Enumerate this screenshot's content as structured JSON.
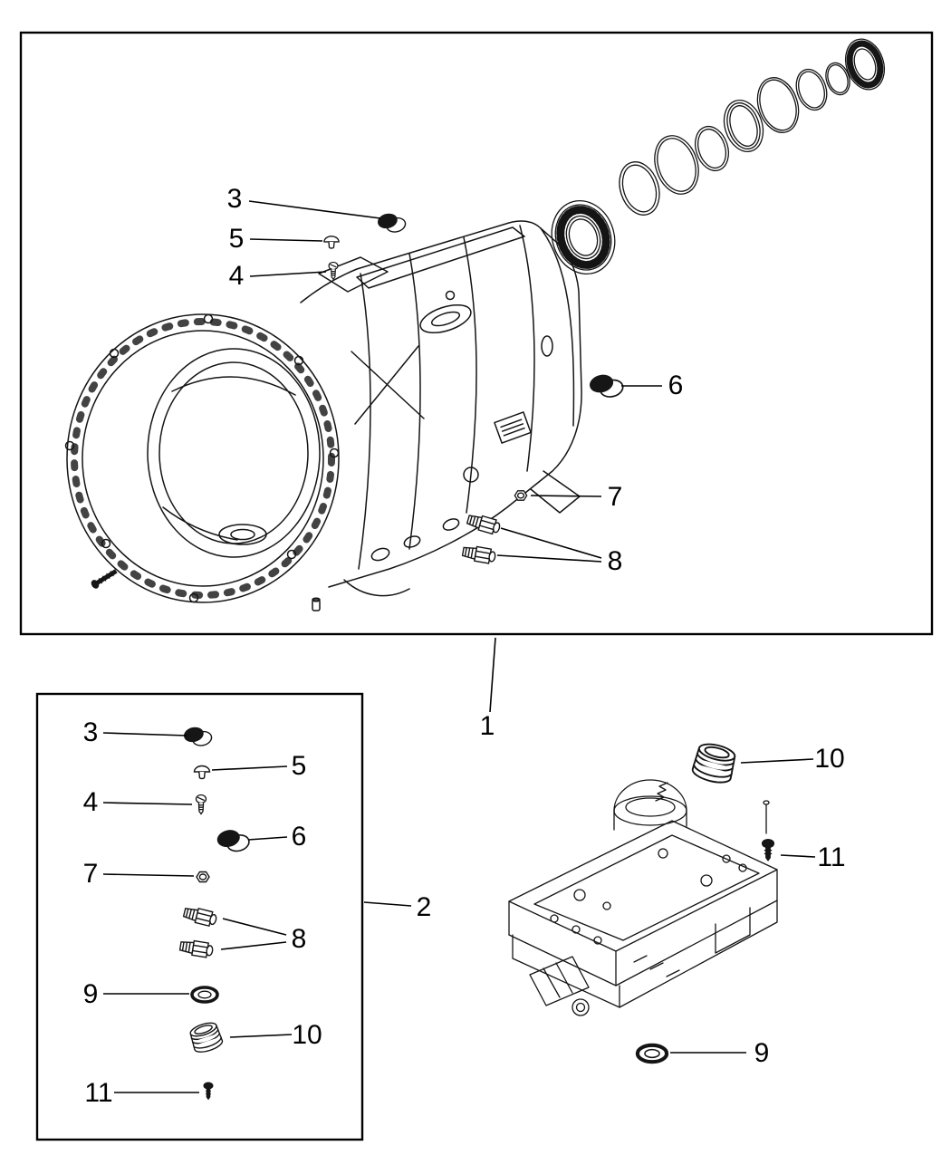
{
  "figure": {
    "colors": {
      "background": "#ffffff",
      "ink": "#000000"
    },
    "panels": {
      "main": {
        "figure_ref": "1",
        "callouts": {
          "c3": "3",
          "c4": "4",
          "c5": "5",
          "c6": "6",
          "c7": "7",
          "c8": "8"
        }
      },
      "small_parts": {
        "figure_ref": "2",
        "callouts": {
          "c3": "3",
          "c4": "4",
          "c5": "5",
          "c6": "6",
          "c7": "7",
          "c8": "8",
          "c9": "9",
          "c10": "10",
          "c11": "11"
        }
      },
      "valve_body": {
        "callouts": {
          "c9": "9",
          "c10": "10",
          "c11": "11"
        }
      }
    },
    "part_icons": {
      "3": "cup-plug-icon",
      "4": "screw-icon",
      "5": "cap-plug-icon",
      "6": "cup-plug-icon",
      "7": "hex-nut-icon",
      "8": "connector-fitting-icon",
      "9": "seal-icon",
      "10": "threaded-plug-icon",
      "11": "bolt-icon"
    }
  }
}
